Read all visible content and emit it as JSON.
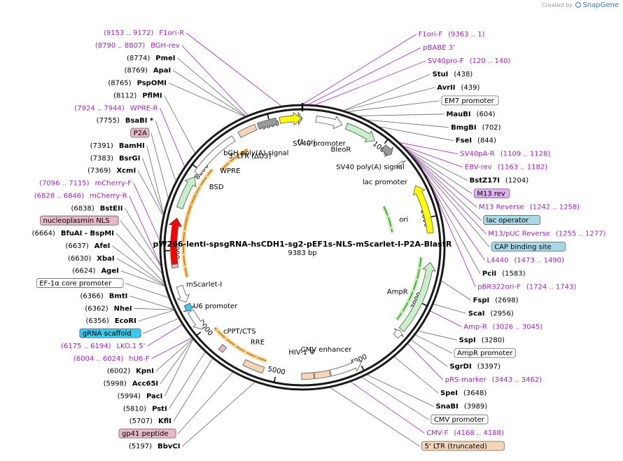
{
  "credit": {
    "prefix": "Created by",
    "brand": "SnapGene"
  },
  "plasmid": {
    "name": "pW266-lenti-spsgRNA-hsCDH1-sg2-pEF1s-NLS-mScarlet-I-P2A-BlastR",
    "size": "9383 bp"
  },
  "ticks": [
    {
      "label": "1000",
      "pos": 1000
    },
    {
      "label": "2000",
      "pos": 2000
    },
    {
      "label": "3000",
      "pos": 3000
    },
    {
      "label": "4000",
      "pos": 4000
    },
    {
      "label": "5000",
      "pos": 5000
    },
    {
      "label": "6000",
      "pos": 6000
    },
    {
      "label": "7000",
      "pos": 7000
    },
    {
      "label": "8000",
      "pos": 8000
    },
    {
      "label": "9000",
      "pos": 9000
    }
  ],
  "right_labels": [
    {
      "kind": "primer",
      "name": "F1ori-F",
      "loc": "(9363 .. 1)",
      "pos": 1
    },
    {
      "kind": "primer",
      "name": "pBABE 3'",
      "loc": "",
      "pos": 60
    },
    {
      "kind": "primer",
      "name": "SV40pro-F",
      "loc": "(120 .. 140)",
      "pos": 130
    },
    {
      "kind": "enzyme",
      "name": "StuI",
      "loc": "(438)",
      "pos": 438
    },
    {
      "kind": "enzyme",
      "name": "AvrII",
      "loc": "(439)",
      "pos": 439
    },
    {
      "kind": "boxed",
      "name": "EM7 promoter",
      "loc": "",
      "pos": 480,
      "fill": "#ffffff"
    },
    {
      "kind": "enzyme",
      "name": "MauBI",
      "loc": "(604)",
      "pos": 604
    },
    {
      "kind": "enzyme",
      "name": "BmgBI",
      "loc": "(702)",
      "pos": 702
    },
    {
      "kind": "enzyme",
      "name": "FseI",
      "loc": "(844)",
      "pos": 844
    },
    {
      "kind": "primer",
      "name": "SV40pA-R",
      "loc": "(1109 .. 1128)",
      "pos": 1118
    },
    {
      "kind": "primer",
      "name": "EBV-rev",
      "loc": "(1163 .. 1182)",
      "pos": 1172
    },
    {
      "kind": "enzyme",
      "name": "BstZ17I",
      "loc": "(1204)",
      "pos": 1204
    },
    {
      "kind": "boxed",
      "name": "M13 rev",
      "loc": "",
      "pos": 1230,
      "fill": "#e0b0f0"
    },
    {
      "kind": "primer",
      "name": "M13 Reverse",
      "loc": "(1242 .. 1258)",
      "pos": 1250
    },
    {
      "kind": "boxed",
      "name": "lac operator",
      "loc": "",
      "pos": 1260,
      "fill": "#a8d8e8"
    },
    {
      "kind": "primer",
      "name": "M13/pUC Reverse",
      "loc": "(1255 .. 1277)",
      "pos": 1266
    },
    {
      "kind": "boxed",
      "name": "CAP binding site",
      "loc": "",
      "pos": 1300,
      "fill": "#a8d8e8"
    },
    {
      "kind": "primer",
      "name": "L4440",
      "loc": "(1473 .. 1490)",
      "pos": 1481
    },
    {
      "kind": "enzyme",
      "name": "PciI",
      "loc": "(1583)",
      "pos": 1583
    },
    {
      "kind": "primer",
      "name": "pBR322ori-F",
      "loc": "(1724 .. 1743)",
      "pos": 1733
    },
    {
      "kind": "enzyme",
      "name": "FspI",
      "loc": "(2698)",
      "pos": 2698
    },
    {
      "kind": "enzyme",
      "name": "ScaI",
      "loc": "(2956)",
      "pos": 2956
    },
    {
      "kind": "primer",
      "name": "Amp-R",
      "loc": "(3026 .. 3045)",
      "pos": 3035
    },
    {
      "kind": "enzyme",
      "name": "SspI",
      "loc": "(3280)",
      "pos": 3280
    },
    {
      "kind": "boxed",
      "name": "AmpR promoter",
      "loc": "",
      "pos": 3330,
      "fill": "#ffffff"
    },
    {
      "kind": "enzyme",
      "name": "SgrDI",
      "loc": "(3397)",
      "pos": 3397
    },
    {
      "kind": "primer",
      "name": "pRS-marker",
      "loc": "(3443 .. 3462)",
      "pos": 3452
    },
    {
      "kind": "enzyme",
      "name": "SpeI",
      "loc": "(3648)",
      "pos": 3648
    },
    {
      "kind": "enzyme",
      "name": "SnaBI",
      "loc": "(3989)",
      "pos": 3989
    },
    {
      "kind": "boxed",
      "name": "CMV promoter",
      "loc": "",
      "pos": 4050,
      "fill": "#ffffff"
    },
    {
      "kind": "primer",
      "name": "CMV-F",
      "loc": "(4168 .. 4188)",
      "pos": 4178
    },
    {
      "kind": "boxed",
      "name": "5' LTR (truncated)",
      "loc": "",
      "pos": 4400,
      "fill": "#f5d5b5"
    }
  ],
  "left_labels": [
    {
      "kind": "primer",
      "name": "F1ori-R",
      "loc": "(9153 .. 9172)",
      "pos": 9162
    },
    {
      "kind": "primer",
      "name": "BGH-rev",
      "loc": "(8790 .. 8807)",
      "pos": 8798
    },
    {
      "kind": "enzyme",
      "name": "PmeI",
      "loc": "(8774)",
      "pos": 8774
    },
    {
      "kind": "enzyme",
      "name": "ApaI",
      "loc": "(8769)",
      "pos": 8769
    },
    {
      "kind": "enzyme",
      "name": "PspOMI",
      "loc": "(8765)",
      "pos": 8765
    },
    {
      "kind": "enzyme",
      "name": "PflMI",
      "loc": "(8112)",
      "pos": 8112
    },
    {
      "kind": "primer",
      "name": "WPRE-R",
      "loc": "(7924 .. 7944)",
      "pos": 7934
    },
    {
      "kind": "enzyme",
      "name": "BsaBI *",
      "loc": "(7755)",
      "pos": 7755
    },
    {
      "kind": "boxed",
      "name": "P2A",
      "loc": "",
      "pos": 7560,
      "fill": "#e8b8c8"
    },
    {
      "kind": "enzyme",
      "name": "BamHI",
      "loc": "(7391)",
      "pos": 7391
    },
    {
      "kind": "enzyme",
      "name": "BsrGI",
      "loc": "(7383)",
      "pos": 7383
    },
    {
      "kind": "enzyme",
      "name": "XcmI",
      "loc": "(7369)",
      "pos": 7369
    },
    {
      "kind": "primer",
      "name": "mCherry-F",
      "loc": "(7096 .. 7115)",
      "pos": 7105
    },
    {
      "kind": "primer",
      "name": "mCherry-R",
      "loc": "(6828 .. 6846)",
      "pos": 6837
    },
    {
      "kind": "enzyme",
      "name": "BstEII",
      "loc": "(6838)",
      "pos": 6838
    },
    {
      "kind": "boxed",
      "name": "nucleoplasmin NLS",
      "loc": "",
      "pos": 6760,
      "fill": "#e8b8c8"
    },
    {
      "kind": "enzyme",
      "name": "BfuAI - BspMI",
      "loc": "(6664)",
      "pos": 6664
    },
    {
      "kind": "enzyme",
      "name": "AfeI",
      "loc": "(6637)",
      "pos": 6637
    },
    {
      "kind": "enzyme",
      "name": "XbaI",
      "loc": "(6630)",
      "pos": 6630
    },
    {
      "kind": "enzyme",
      "name": "AgeI",
      "loc": "(6624)",
      "pos": 6624
    },
    {
      "kind": "boxed",
      "name": "EF-1α core promoter",
      "loc": "",
      "pos": 6500,
      "fill": "#ffffff"
    },
    {
      "kind": "enzyme",
      "name": "BmtI",
      "loc": "(6366)",
      "pos": 6366
    },
    {
      "kind": "enzyme",
      "name": "NheI",
      "loc": "(6362)",
      "pos": 6362
    },
    {
      "kind": "enzyme",
      "name": "EcoRI",
      "loc": "(6356)",
      "pos": 6356
    },
    {
      "kind": "boxed",
      "name": "gRNA scaffold",
      "loc": "",
      "pos": 6260,
      "fill": "#38c8f0"
    },
    {
      "kind": "primer",
      "name": "LKO.1 5'",
      "loc": "(6175 .. 6194)",
      "pos": 6184
    },
    {
      "kind": "primer",
      "name": "hU6-F",
      "loc": "(6004 .. 6024)",
      "pos": 6014
    },
    {
      "kind": "enzyme",
      "name": "KpnI",
      "loc": "(6002)",
      "pos": 6002
    },
    {
      "kind": "enzyme",
      "name": "Acc65I",
      "loc": "(5998)",
      "pos": 5998
    },
    {
      "kind": "enzyme",
      "name": "PacI",
      "loc": "(5994)",
      "pos": 5994
    },
    {
      "kind": "enzyme",
      "name": "PstI",
      "loc": "(5810)",
      "pos": 5810
    },
    {
      "kind": "enzyme",
      "name": "KflI",
      "loc": "(5707)",
      "pos": 5707
    },
    {
      "kind": "boxed",
      "name": "gp41 peptide",
      "loc": "",
      "pos": 5450,
      "fill": "#e8b8c8"
    },
    {
      "kind": "enzyme",
      "name": "BbvCI",
      "loc": "(5197)",
      "pos": 5197
    }
  ],
  "inner_labels": [
    {
      "name": "f1 ori",
      "pos": 60
    },
    {
      "name": "SV40 promoter",
      "pos": 240
    },
    {
      "name": "BleoR",
      "pos": 560
    },
    {
      "name": "lac promoter",
      "pos": 1350
    },
    {
      "name": "SV40 poly(A) signal",
      "pos": 1050
    },
    {
      "name": "ori",
      "pos": 1950
    },
    {
      "name": "AmpR",
      "pos": 3000
    },
    {
      "name": "CMV enhancer",
      "pos": 4350
    },
    {
      "name": "HIV-1 Ψ",
      "pos": 4700
    },
    {
      "name": "RRE",
      "pos": 5350
    },
    {
      "name": "cPPT/CTS",
      "pos": 5650
    },
    {
      "name": "U6 promoter",
      "pos": 6150
    },
    {
      "name": "mScarlet-I",
      "pos": 6500
    },
    {
      "name": "BSD",
      "pos": 7950
    },
    {
      "name": "WPRE",
      "pos": 8250
    },
    {
      "name": "3' LTR (ΔU3)",
      "pos": 8600
    },
    {
      "name": "bGH poly(A) signal",
      "pos": 8700
    }
  ],
  "features": [
    {
      "name": "f1 ori",
      "start": 9250,
      "end": 9383,
      "color": "#c8c8c8",
      "dir": 1
    },
    {
      "name": "f1 ori arrow",
      "start": 9383,
      "end": 9383,
      "color": "#ffffff",
      "dir": 1
    },
    {
      "name": "SV40 promoter",
      "start": 160,
      "end": 470,
      "color": "#ffffff",
      "dir": 1
    },
    {
      "name": "BleoR",
      "start": 520,
      "end": 890,
      "color": "#c8f0c8",
      "dir": 1
    },
    {
      "name": "SV40 poly(A)",
      "start": 1020,
      "end": 1140,
      "color": "#9a9a9a",
      "dir": 1
    },
    {
      "name": "lac promoter",
      "start": 1280,
      "end": 1310,
      "color": "#ffffff",
      "dir": 1
    },
    {
      "name": "ori",
      "start": 1600,
      "end": 2180,
      "color": "#ffff00",
      "dir": -1
    },
    {
      "name": "AmpR",
      "start": 2520,
      "end": 3380,
      "color": "#c8f0c8",
      "dir": -1
    },
    {
      "name": "AmpR promoter",
      "start": 3400,
      "end": 3480,
      "color": "#ffffff",
      "dir": -1
    },
    {
      "name": "CMV enhancer",
      "start": 3980,
      "end": 4360,
      "color": "#ffffff",
      "dir": -1
    },
    {
      "name": "5 LTR",
      "start": 4370,
      "end": 4550,
      "color": "#f5d5b5",
      "dir": 0
    },
    {
      "name": "HIV-1 psi",
      "start": 4560,
      "end": 4700,
      "color": "#f5d5b5",
      "dir": 0
    },
    {
      "name": "RRE",
      "start": 5150,
      "end": 5390,
      "color": "#f5d5b5",
      "dir": 0
    },
    {
      "name": "cPPT/CTS",
      "start": 5660,
      "end": 5720,
      "color": "#e8b8c8",
      "dir": 0
    },
    {
      "name": "U6 promoter",
      "start": 6010,
      "end": 6260,
      "color": "#ffffff",
      "dir": -1
    },
    {
      "name": "gRNA scaffold",
      "start": 6270,
      "end": 6350,
      "color": "#38c8f0",
      "dir": -1
    },
    {
      "name": "EF-1a",
      "start": 6380,
      "end": 6580,
      "color": "#ffffff",
      "dir": -1
    },
    {
      "name": "mScarlet-I",
      "start": 6840,
      "end": 7380,
      "color": "#ff0000",
      "dir": 1
    },
    {
      "name": "NLS",
      "start": 6800,
      "end": 6840,
      "color": "#e8b8c8",
      "dir": 0
    },
    {
      "name": "BSD",
      "start": 7500,
      "end": 7900,
      "color": "#c8f0c8",
      "dir": 1
    },
    {
      "name": "WPRE",
      "start": 7950,
      "end": 8540,
      "color": "#ffffff",
      "dir": 0
    },
    {
      "name": "3 LTR",
      "start": 8620,
      "end": 8830,
      "color": "#f5d5b5",
      "dir": 0
    },
    {
      "name": "bGH",
      "start": 8860,
      "end": 9080,
      "color": "#9a9a9a",
      "dir": 0
    },
    {
      "name": "f1",
      "start": 9120,
      "end": 9370,
      "color": "#ffff00",
      "dir": 1
    }
  ],
  "orfs": [
    {
      "start": 2470,
      "end": 3320,
      "dir": -1
    },
    {
      "start": 5150,
      "end": 5930,
      "dir": -1
    },
    {
      "start": 6660,
      "end": 8100,
      "dir": 1
    },
    {
      "start": 8180,
      "end": 8620,
      "dir": 1
    },
    {
      "start": 7300,
      "end": 7740,
      "dir": 1
    },
    {
      "start": 1650,
      "end": 2100,
      "dir": -1
    }
  ]
}
